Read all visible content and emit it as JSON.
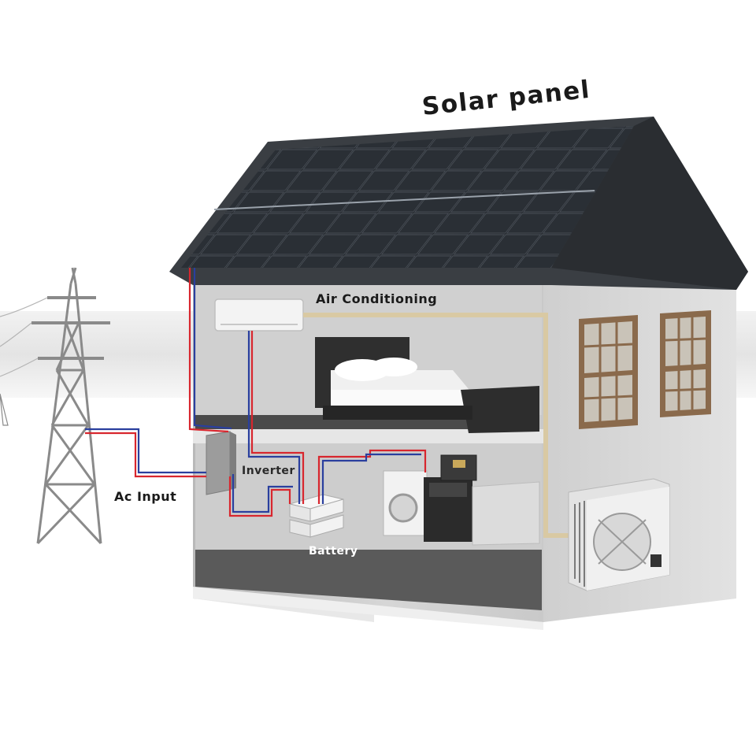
{
  "labels": {
    "solar_panel": "Solar panel",
    "air_conditioning": "Air Conditioning",
    "inverter": "Inverter",
    "ac_input": "Ac Input",
    "battery": "Battery"
  },
  "colors": {
    "positive_wire": "#d8262e",
    "negative_wire": "#2a3f9e",
    "ac_pipe": "#d9c9a3",
    "roof": "#2e3236",
    "wall": "#dadada",
    "floor": "#5a5a5a",
    "window_frame": "#8a6a4c"
  }
}
